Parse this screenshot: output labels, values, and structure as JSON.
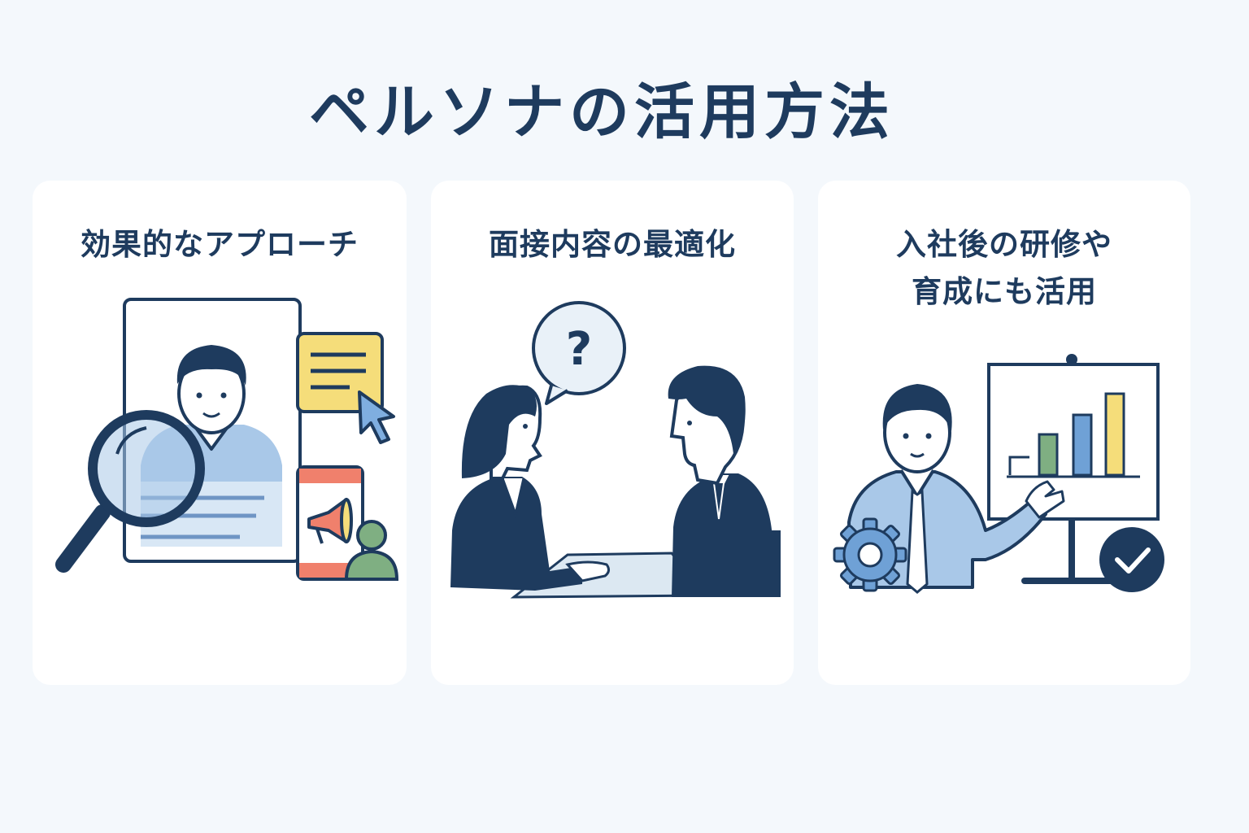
{
  "title": "ペルソナの活用方法",
  "cards": [
    {
      "title": "効果的なアプローチ"
    },
    {
      "title": "面接内容の最適化",
      "bubble_text": "?"
    },
    {
      "title_lines": [
        "入社後の研修や",
        "育成にも活用"
      ]
    }
  ],
  "colors": {
    "navy": "#1e3b5e",
    "light_blue": "#a9c8e8",
    "yellow": "#f5dd7a",
    "coral": "#f0806c",
    "green": "#7faf82"
  },
  "icons": [
    "person-icon",
    "magnifier-icon",
    "note-icon",
    "cursor-icon",
    "phone-icon",
    "megaphone-icon",
    "user-icon",
    "question-bubble-icon",
    "gear-icon",
    "whiteboard-icon",
    "check-icon"
  ]
}
